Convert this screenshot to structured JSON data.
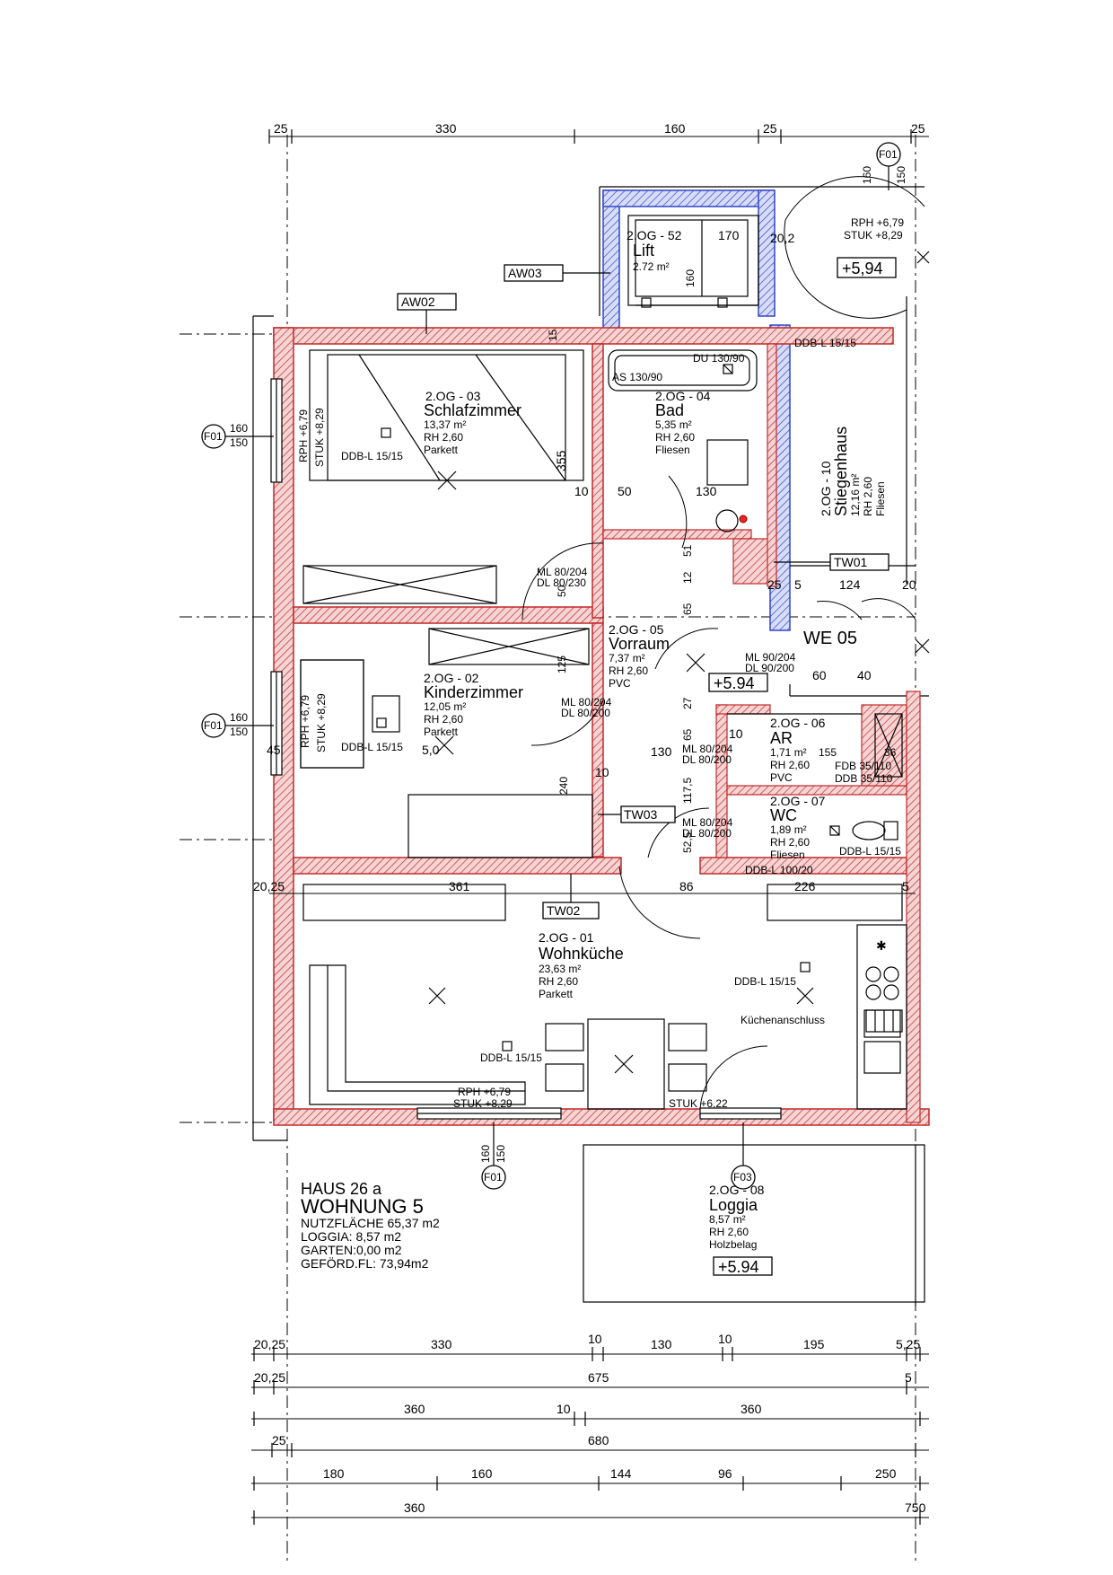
{
  "top_dims": [
    "25",
    "330",
    "160",
    "25",
    "25"
  ],
  "tags": {
    "aw03": "AW03",
    "aw02": "AW02",
    "tw01": "TW01",
    "tw03": "TW03",
    "tw02": "TW02",
    "f01": "F01",
    "f03": "F03"
  },
  "window_sizes": {
    "w_a": "160",
    "w_b": "150"
  },
  "level_marks": {
    "stair": "+5,94",
    "hall": "+5.94",
    "loggia": "+5.94"
  },
  "rooms": [
    {
      "id": "lift",
      "code": "2.OG - 52",
      "name": "Lift",
      "area": "2.72 m²"
    },
    {
      "id": "schlaf",
      "code": "2.OG - 03",
      "name": "Schlafzimmer",
      "area": "13,37 m²",
      "rh": "RH 2,60",
      "floor": "Parkett"
    },
    {
      "id": "bad",
      "code": "2.OG - 04",
      "name": "Bad",
      "area": "5,35 m²",
      "rh": "RH 2,60",
      "floor": "Fliesen"
    },
    {
      "id": "stiege",
      "code": "2.OG - 10",
      "name": "Stiegenhaus",
      "area": "12,16 m²",
      "rh": "RH 2,60",
      "floor": "Fliesen"
    },
    {
      "id": "vorraum",
      "code": "2.OG - 05",
      "name": "Vorraum",
      "area": "7,37 m²",
      "rh": "RH 2,60",
      "floor": "PVC"
    },
    {
      "id": "kinder",
      "code": "2.OG - 02",
      "name": "Kinderzimmer",
      "area": "12,05 m²",
      "rh": "RH 2,60",
      "floor": "Parkett"
    },
    {
      "id": "ar",
      "code": "2.OG - 06",
      "name": "AR",
      "area": "1,71 m²",
      "rh": "RH 2,60",
      "floor": "PVC"
    },
    {
      "id": "wc",
      "code": "2.OG - 07",
      "name": "WC",
      "area": "1,89 m²",
      "rh": "RH 2,60",
      "floor": "Fliesen"
    },
    {
      "id": "wohn",
      "code": "2.OG - 01",
      "name": "Wohnküche",
      "area": "23,63 m²",
      "rh": "RH 2,60",
      "floor": "Parkett"
    },
    {
      "id": "loggia",
      "code": "2.OG - 08",
      "name": "Loggia",
      "area": "8,57 m²",
      "rh": "RH 2,60",
      "floor": "Holzbelag"
    }
  ],
  "unit": "WE 05",
  "annotations": {
    "rph_stuk_top": "RPH +6,79",
    "stuk_top": "STUK +8,29",
    "rph_left": "RPH +6,79",
    "stuk_left": "STUK +8,29",
    "rph_bottom": "RPH +6,79",
    "stuk_bottom": "STUK +8,29",
    "stuk_622": "STUK +6,22",
    "ddb_schlaf": "DDB-L 15/15",
    "ddb_kinder": "DDB-L 15/15",
    "ddb_stair": "DDB-L 15/15",
    "ddb_wohn1": "DDB-L 15/15",
    "ddb_wohn2": "DDB-L 15/15",
    "ddb_wc": "DDB-L 15/15",
    "ddb_100": "DDB-L 100/20",
    "du": "DU 130/90",
    "as": "AS 130/90",
    "kueche": "Küchenanschluss",
    "fdb_ar": "FDB 35/110",
    "ddb_ar": "DDB 35/110",
    "ml_1": "ML 80/204",
    "dl_1": "DL 80/230",
    "ml_2": "ML 80/204",
    "dl_2": "DL 80/200",
    "ml_3": "ML 90/204",
    "dl_3": "DL 90/200",
    "ml_4": "ML 80/204",
    "dl_4": "DL 80/200",
    "ml_5": "ML 80/204",
    "dl_5": "DL 80/200"
  },
  "inner_dims": {
    "d170": "170",
    "d20_2": "20,2",
    "d160": "160",
    "d15": "15",
    "d355": "355",
    "d10a": "10",
    "d50": "50",
    "d130": "130",
    "d12": "12",
    "d51": "51",
    "d25": "25",
    "d5": "5",
    "d124": "124",
    "d20": "20",
    "d50b": "50",
    "d65": "65",
    "d60": "60",
    "d40": "40",
    "d125": "125",
    "d27": "27",
    "d10b": "10",
    "d155": "155",
    "d36": "36",
    "d65b": "65",
    "d45": "45",
    "d240": "240",
    "d10c": "10",
    "d130b": "130",
    "d117": "117,5",
    "d52": "52,5",
    "d86": "86",
    "d361": "361",
    "d226": "226",
    "d20_25": "20,25",
    "d5b": "5",
    "d5_0": "5,0"
  },
  "house_info": {
    "haus": "HAUS 26 a",
    "wohnung": "WOHNUNG 5",
    "nutz": "NUTZFLÄCHE 65,37 m2",
    "loggia": "LOGGIA: 8,57 m2",
    "garten": "GARTEN:0,00 m2",
    "gefoerd": "GEFÖRD.FL: 73,94m2"
  },
  "bottom_dims": [
    [
      "20,25",
      "330",
      "10",
      "130",
      "10",
      "195",
      "5,25"
    ],
    [
      "20,25",
      "675",
      "5"
    ],
    [
      "360",
      "10",
      "360"
    ],
    [
      "25",
      "680"
    ],
    [
      "180",
      "160",
      "144",
      "96",
      "250"
    ],
    [
      "360",
      "750"
    ]
  ]
}
